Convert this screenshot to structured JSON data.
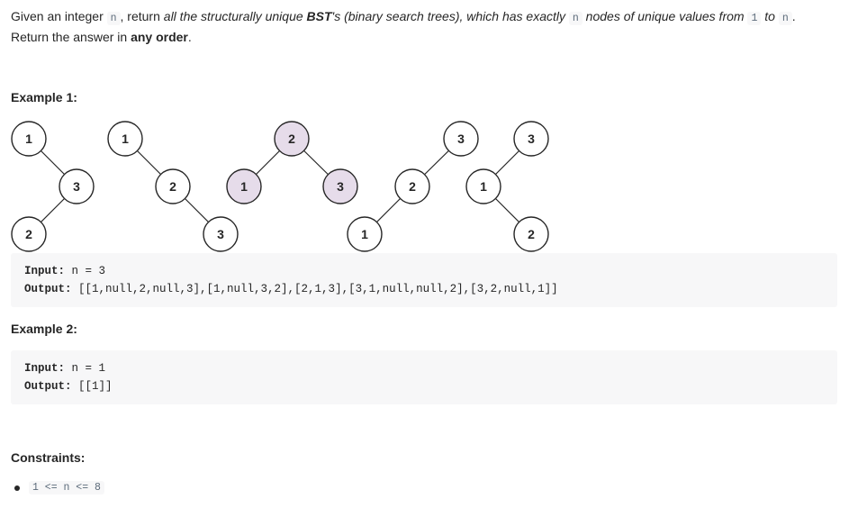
{
  "description": {
    "p1": "Given an integer ",
    "var_n": "n",
    "p2": ", return ",
    "em1": "all the structurally unique ",
    "bst": "BST",
    "em2": "'s (binary search trees), which has exactly ",
    "var_n2": "n",
    "em3": " nodes of unique values from ",
    "one": "1",
    "to": " to ",
    "var_n3": "n",
    "end1": ".",
    "line2_start": "Return the answer in ",
    "any_order": "any order",
    "line2_end": "."
  },
  "example1": {
    "heading": "Example 1:",
    "input_label": "Input:",
    "input_value": " n = 3",
    "output_label": "Output:",
    "output_value": " [[1,null,2,null,3],[1,null,3,2],[2,1,3],[3,1,null,null,2],[3,2,null,1]]"
  },
  "example2": {
    "heading": "Example 2:",
    "input_label": "Input:",
    "input_value": " n = 1",
    "output_label": "Output:",
    "output_value": " [[1]]"
  },
  "constraints": {
    "heading": "Constraints:",
    "items": [
      "1 <= n <= 8"
    ]
  },
  "trees": {
    "highlight_color": "#e6dcea",
    "node_labels": {
      "t1_a": "1",
      "t1_b": "3",
      "t1_c": "2",
      "t2_a": "1",
      "t2_b": "2",
      "t2_c": "3",
      "t3_root": "2",
      "t3_left": "1",
      "t3_right": "3",
      "t4_a": "3",
      "t4_b": "2",
      "t4_c": "1",
      "t5_a": "3",
      "t5_b": "1",
      "t5_c": "2"
    }
  }
}
